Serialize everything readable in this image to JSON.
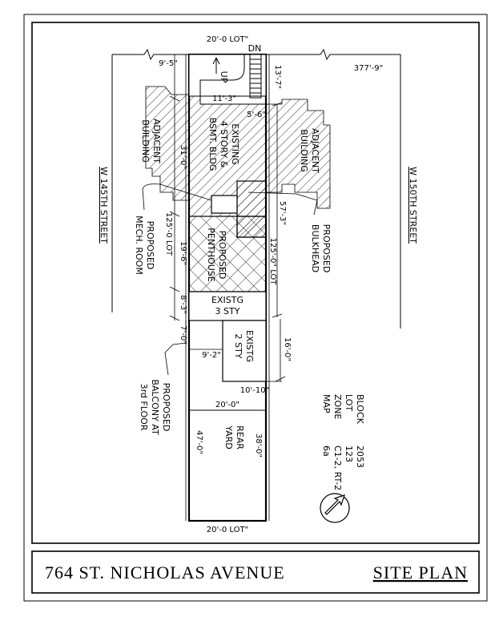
{
  "lot": {
    "top": "20'-0 LOT\"",
    "bottom": "20'-0 LOT\"",
    "left_depth": "125'-0 LOT",
    "right_depth": "125'-0\" LOT"
  },
  "dims": {
    "d9_5": "9'-5\"",
    "d13_7": "13'-7\"",
    "d377_9": "377'-9\"",
    "d11_3": "11'-3\"",
    "d5_6": "5'-6\"",
    "d31_0": "31'-0\"",
    "d57_3": "57'-3\"",
    "d19_6": "19'-6\"",
    "d8_3": "8'-3\"",
    "d7_0": "7'-0\"",
    "d9_2": "9'-2\"",
    "d16_0": "16'-0\"",
    "d10_10": "10'-10\"",
    "d20_0": "20'-0\"",
    "d47_0": "47'-0\"",
    "d38_0": "38'-0\""
  },
  "labels": {
    "up": "UP",
    "dn": "DN",
    "adjacent_building": [
      "ADJACENT",
      "BUILDING"
    ],
    "existing_bldg": [
      "EXISTING",
      "4 STORY &",
      "BSMT. BLDG"
    ],
    "penthouse": [
      "PROPOSED",
      "PENTHOUSE"
    ],
    "bulkhead": [
      "PROPOSED",
      "BULKHEAD"
    ],
    "mech_room": [
      "PROPOSED",
      "MECH. ROOM"
    ],
    "existing_3sty": [
      "EXISTG",
      "3 STY"
    ],
    "existing_2sty": [
      "EXISTG",
      "2 STY"
    ],
    "balcony": [
      "PROPOSED",
      "BALCONY AT",
      "3rd FLOOR"
    ],
    "rear_yard": [
      "REAR",
      "YARD"
    ],
    "street_left": "W 145TH STREET",
    "street_right": "W 150TH STREET"
  },
  "zoning": {
    "keys": [
      "BLOCK",
      "LOT",
      "ZONE",
      "MAP"
    ],
    "values": [
      "2053",
      "123",
      "C1-2, RT-2",
      "6a"
    ]
  },
  "title_block": {
    "address": "764 ST. NICHOLAS AVENUE",
    "sheet": "SITE PLAN"
  }
}
